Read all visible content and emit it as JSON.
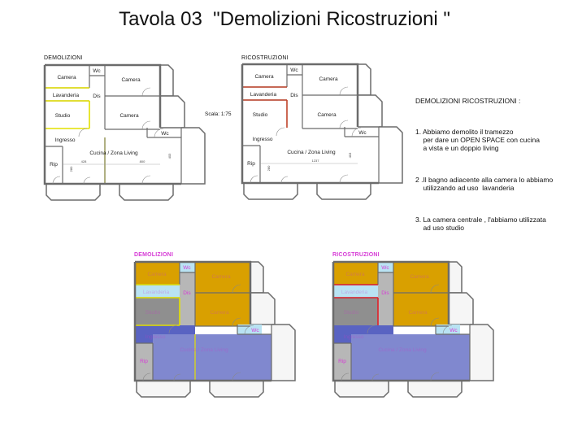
{
  "title": "Tavola 03  \"Demolizioni Ricostruzioni \"",
  "scale": "Scala: 1:75",
  "plans": [
    {
      "label": "DEMOLIZIONI",
      "style": "line",
      "highlight": "#e3e000"
    },
    {
      "label": "RICOSTRUZIONI",
      "style": "line",
      "highlight": "#c0432a"
    },
    {
      "label": "DEMOLIZIONI",
      "style": "color",
      "highlight": "#e3e000"
    },
    {
      "label": "RICOSTRUZIONI",
      "style": "color",
      "highlight": "#e0202a"
    }
  ],
  "rooms": {
    "camera1": "Camera",
    "wc1": "Wc",
    "camera2": "Camera",
    "lavanderia": "Lavanderia",
    "dis": "Dis",
    "studio": "Studio",
    "camera3": "Camera",
    "wc2": "Wc",
    "ingresso": "Ingresso",
    "rip": "Rip",
    "cucina": "Cucina / Zona Living"
  },
  "dimensions": {
    "demolizioni": [
      "280",
      "428",
      "800",
      "403"
    ],
    "ricostruzioni": [
      "280",
      "1237",
      "403"
    ]
  },
  "notes": {
    "heading": "DEMOLIZIONI RICOSTRUZIONI :",
    "items": [
      "1. Abbiamo demolito il tramezzo\n    per dare un OPEN SPACE con cucina\n    a vista e un doppio living",
      "2 .Il bagno adiacente alla camera lo abbiamo\n    utilizzando ad uso  lavanderia",
      "3. La camera centrale , l'abbiamo utilizzata\n    ad uso studio"
    ]
  },
  "colors": {
    "wall": "#6b6b6b",
    "bedroom": "#d9a000",
    "wet": "#b9e3f3",
    "corridor": "#b7b7b7",
    "studio": "#8f8f8f",
    "entrance": "#5963c2",
    "living": "#8088cf",
    "label_pink": "#d63bd6"
  }
}
